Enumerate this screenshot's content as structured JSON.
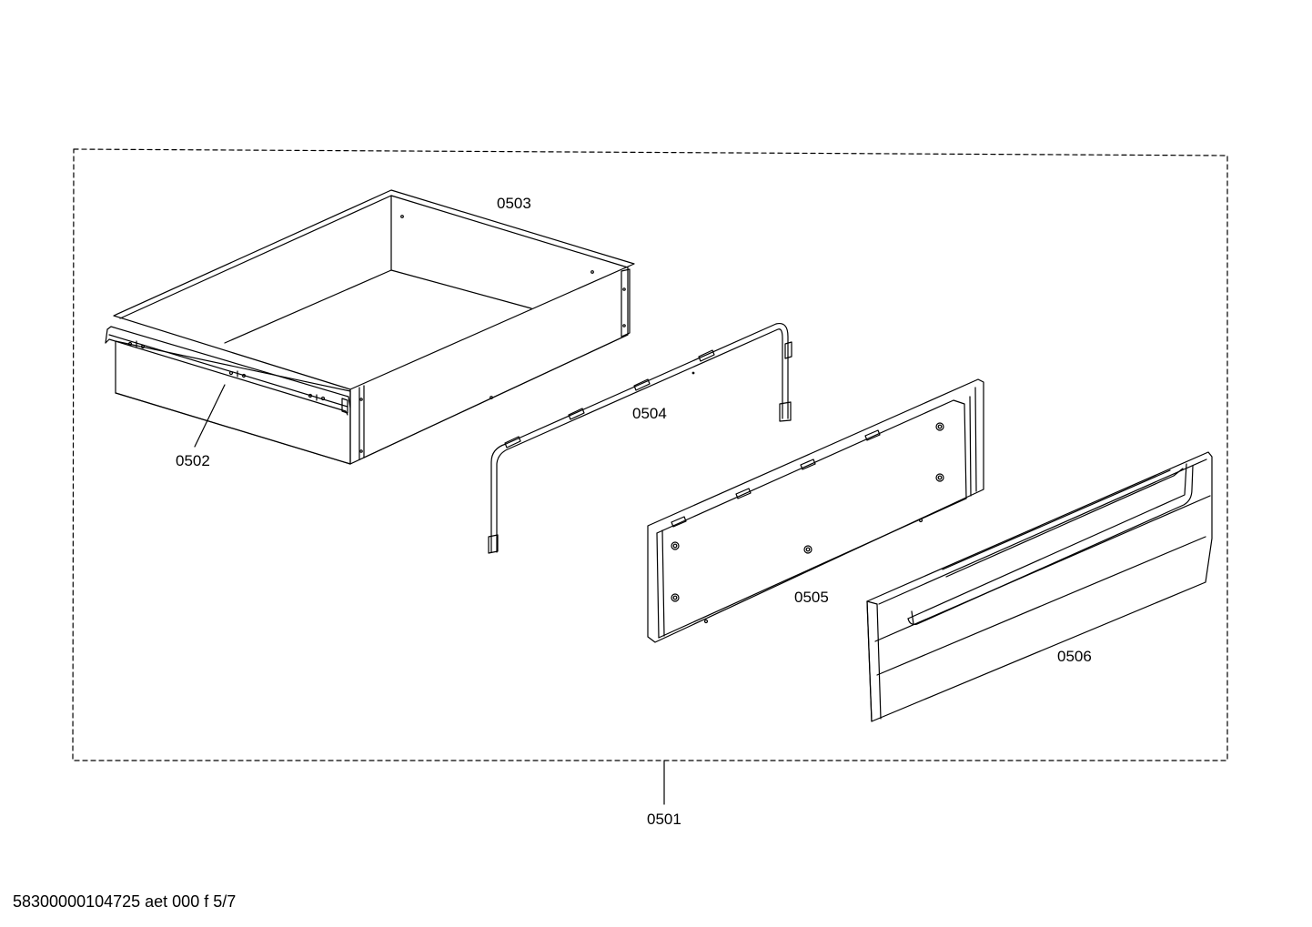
{
  "labels": {
    "p0501": "0501",
    "p0502": "0502",
    "p0503": "0503",
    "p0504": "0504",
    "p0505": "0505",
    "p0506": "0506"
  },
  "footer": "58300000104725 aet 000 f 5/7",
  "colors": {
    "line": "#000000",
    "background": "#ffffff"
  }
}
